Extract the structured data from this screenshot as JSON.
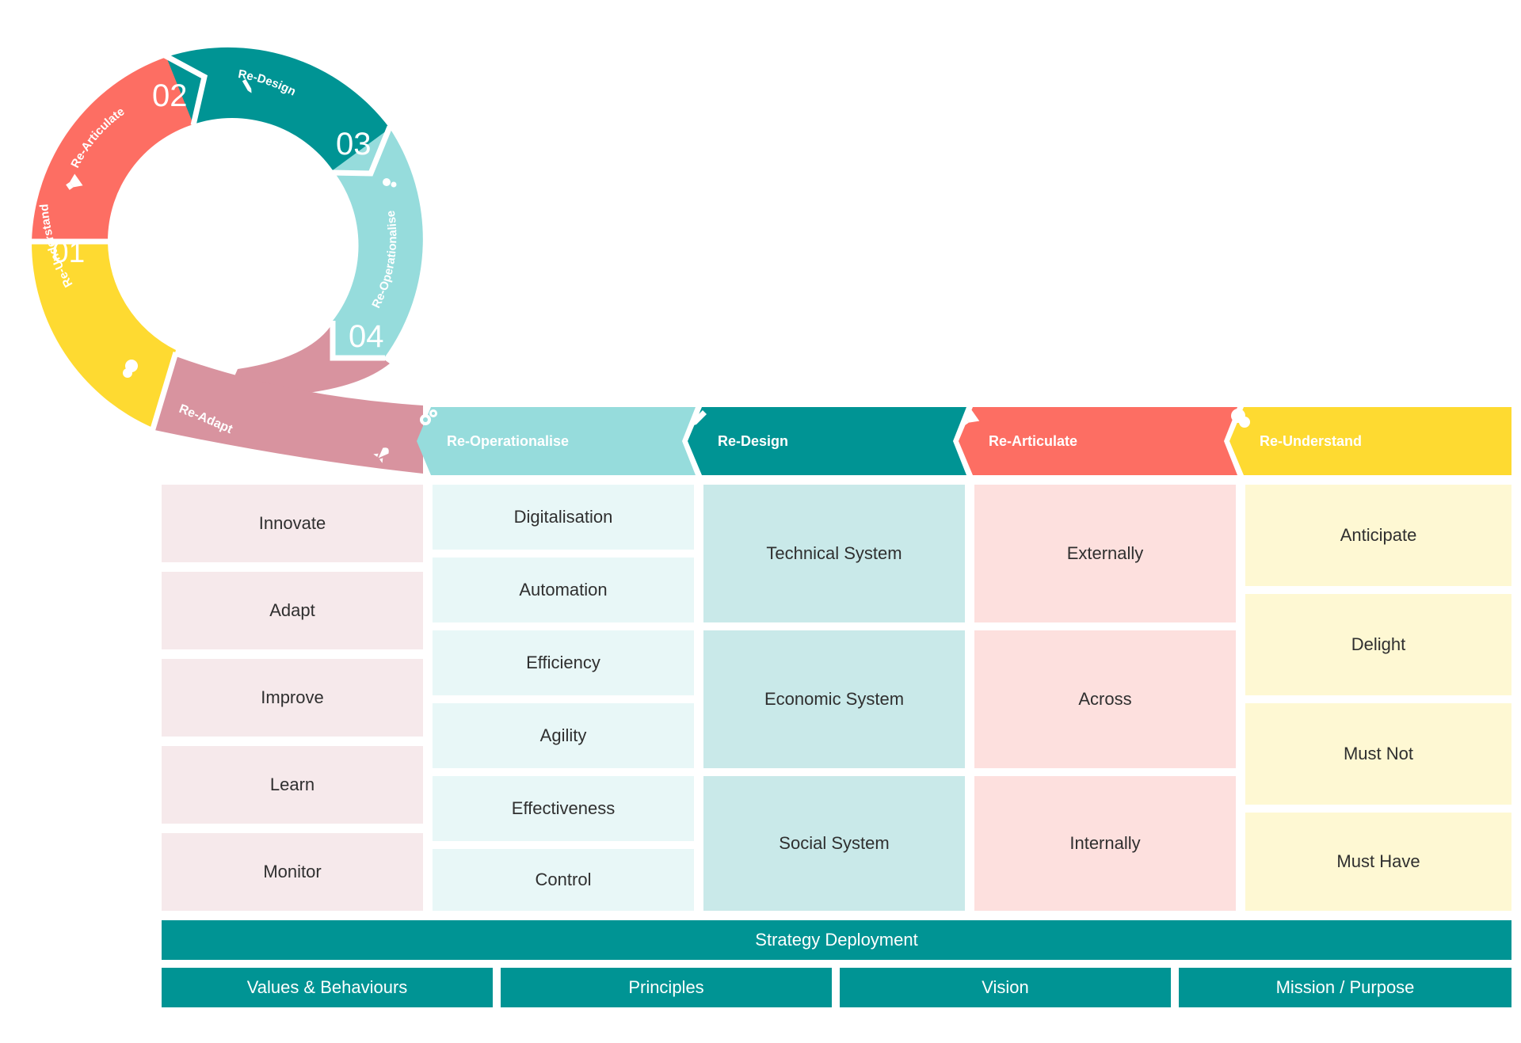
{
  "colors": {
    "pink": "#D8939F",
    "pink_light": "#F6E9EB",
    "cyan": "#96DCDC",
    "cyan_light": "#E8F7F7",
    "teal": "#009494",
    "teal_light": "#C9E9E9",
    "coral": "#FD6E63",
    "coral_light": "#FDE0DE",
    "yellow": "#FEDA31",
    "yellow_light": "#FEF8D3"
  },
  "wheel": {
    "segments": [
      {
        "number": "01",
        "label": "Re-Understand",
        "icon": "chat-bubbles-icon",
        "color": "#FEDA31"
      },
      {
        "number": "02",
        "label": "Re-Articulate",
        "icon": "megaphone-icon",
        "color": "#FD6E63"
      },
      {
        "number": "03",
        "label": "Re-Design",
        "icon": "pencil-icon",
        "color": "#009494"
      },
      {
        "number": "04",
        "label": "Re-Operationalise",
        "icon": "gears-icon",
        "color": "#96DCDC"
      }
    ],
    "tail": {
      "label": "Re-Adapt",
      "icon": "rocket-icon",
      "color": "#D8939F"
    }
  },
  "headers": [
    {
      "label": "Re-Operationalise",
      "icon": "gears-icon",
      "color": "#96DCDC"
    },
    {
      "label": "Re-Design",
      "icon": "pencil-icon",
      "color": "#009494"
    },
    {
      "label": "Re-Articulate",
      "icon": "megaphone-icon",
      "color": "#FD6E63"
    },
    {
      "label": "Re-Understand",
      "icon": "chat-bubbles-icon",
      "color": "#FEDA31"
    }
  ],
  "columns": {
    "re_adapt": [
      "Innovate",
      "Adapt",
      "Improve",
      "Learn",
      "Monitor"
    ],
    "re_operationalise": [
      "Digitalisation",
      "Automation",
      "Efficiency",
      "Agility",
      "Effectiveness",
      "Control"
    ],
    "re_design": [
      "Technical System",
      "Economic System",
      "Social System"
    ],
    "re_articulate": [
      "Externally",
      "Across",
      "Internally"
    ],
    "re_understand": [
      "Anticipate",
      "Delight",
      "Must Not",
      "Must Have"
    ]
  },
  "strategy_bar": "Strategy Deployment",
  "foundation": [
    "Values & Behaviours",
    "Principles",
    "Vision",
    "Mission / Purpose"
  ]
}
